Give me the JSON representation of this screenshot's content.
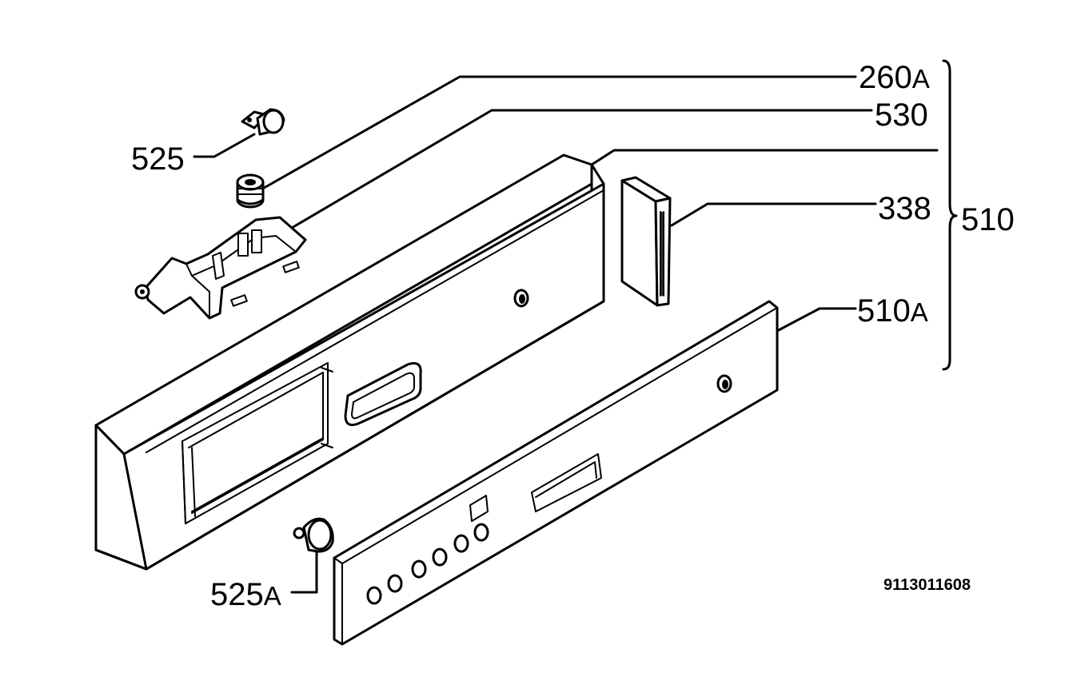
{
  "labels": {
    "p260a": {
      "num": "260",
      "suffix": "A"
    },
    "p530": "530",
    "p525": "525",
    "p338": "338",
    "p510": "510",
    "p510a": {
      "num": "510",
      "suffix": "A"
    },
    "p525a": {
      "num": "525",
      "suffix": "A"
    }
  },
  "document_number": "9113011608",
  "colors": {
    "line": "#000000",
    "background": "#ffffff"
  }
}
